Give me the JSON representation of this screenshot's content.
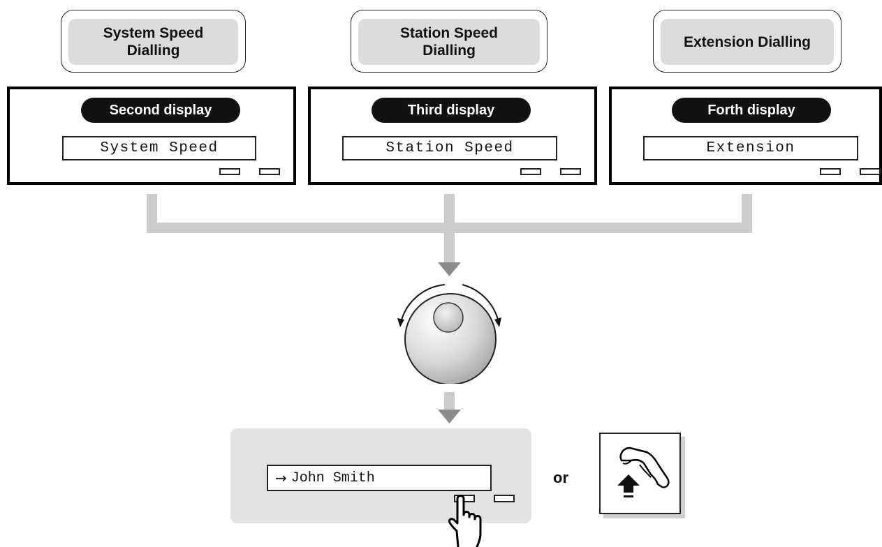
{
  "modes": [
    {
      "label": "System Speed\nDialling"
    },
    {
      "label": "Station Speed\nDialling"
    },
    {
      "label": "Extension Dialling"
    }
  ],
  "displays": [
    {
      "title": "Second display",
      "lcd_text": "System Speed"
    },
    {
      "title": "Third display",
      "lcd_text": "Station Speed"
    },
    {
      "title": "Forth display",
      "lcd_text": "Extension"
    }
  ],
  "result_display": {
    "arrow": "→",
    "name": "John Smith"
  },
  "or_label": "or",
  "colors": {
    "flow_arrow": "#cccccc",
    "arrow_head": "#8c8c8c",
    "panel_bg": "#e2e2e2",
    "pill_bg": "#111111"
  },
  "icons": [
    "jog-dial-icon",
    "pointing-hand-icon",
    "off-hook-handset-icon"
  ]
}
